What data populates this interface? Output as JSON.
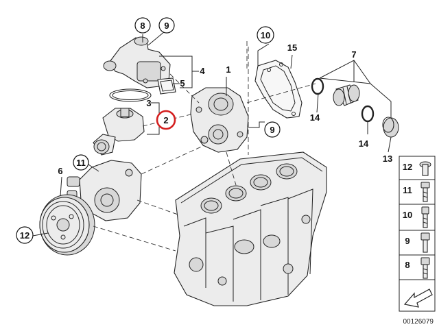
{
  "callouts": {
    "c1": "1",
    "c2": "2",
    "c3": "3",
    "c4": "4",
    "c5": "5",
    "c6": "6",
    "c7": "7",
    "c8": "8",
    "c9a": "9",
    "c9b": "9",
    "c10": "10",
    "c11": "11",
    "c12": "12",
    "c13": "13",
    "c14a": "14",
    "c14b": "14",
    "c15": "15"
  },
  "legend": {
    "l12": "12",
    "l11": "11",
    "l10": "10",
    "l9": "9",
    "l8": "8"
  },
  "reference_number": "00126079",
  "highlight_color": "#d42020"
}
